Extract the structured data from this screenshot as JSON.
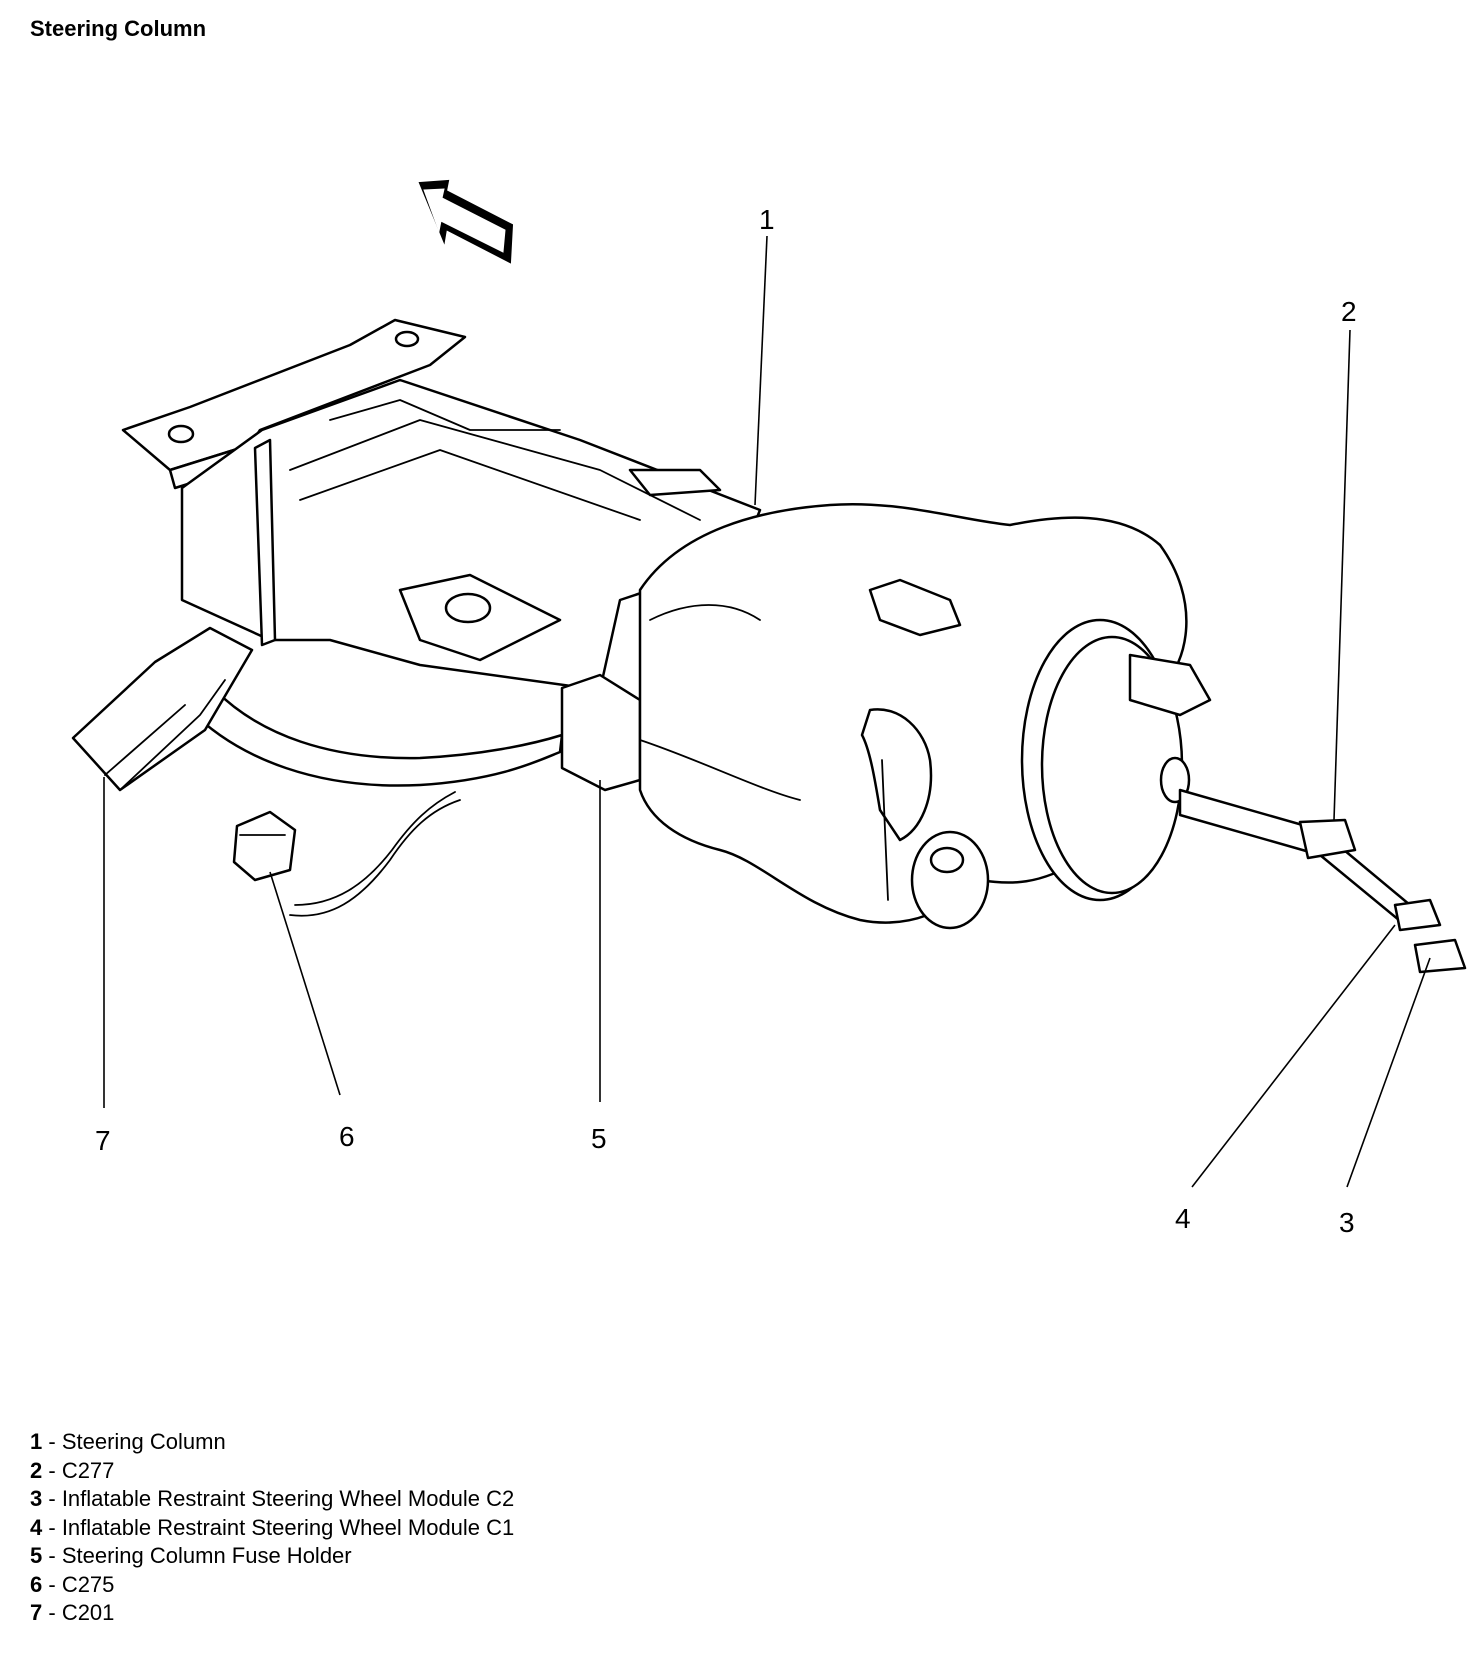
{
  "title": "Steering Column",
  "callouts": [
    {
      "number": "1"
    },
    {
      "number": "2"
    },
    {
      "number": "3"
    },
    {
      "number": "4"
    },
    {
      "number": "5"
    },
    {
      "number": "6"
    },
    {
      "number": "7"
    }
  ],
  "legend": [
    {
      "number": "1",
      "separator": " - ",
      "label": "Steering Column"
    },
    {
      "number": "2",
      "separator": " - ",
      "label": "C277"
    },
    {
      "number": "3",
      "separator": " - ",
      "label": "Inflatable Restraint Steering Wheel Module C2"
    },
    {
      "number": "4",
      "separator": " - ",
      "label": "Inflatable Restraint Steering Wheel Module C1"
    },
    {
      "number": "5",
      "separator": " - ",
      "label": "Steering Column Fuse Holder"
    },
    {
      "number": "6",
      "separator": " - ",
      "label": "C275"
    },
    {
      "number": "7",
      "separator": " - ",
      "label": "C201"
    }
  ],
  "icons": {
    "direction_arrow": "forward-arrow-icon"
  }
}
